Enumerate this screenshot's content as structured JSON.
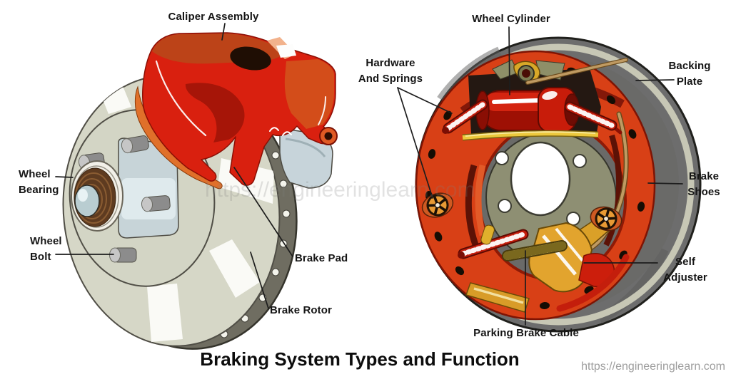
{
  "diagram": {
    "title": "Braking System Types and Function",
    "watermark_center": "https://engineeringlearn.com",
    "watermark_bottom_right": "https://engineeringlearn.com"
  },
  "labels": {
    "caliper_assembly": "Caliper Assembly",
    "wheel_bearing": "Wheel\nBearing",
    "wheel_bolt": "Wheel\nBolt",
    "brake_pad": "Brake Pad",
    "brake_rotor": "Brake Rotor",
    "wheel_cylinder": "Wheel Cylinder",
    "hardware_and_springs": "Hardware\nAnd Springs",
    "backing_plate": "Backing\nPlate",
    "brake_shoes": "Brake\nShoes",
    "self_adjuster": "Self\nAdjuster",
    "parking_brake_cable": "Parking Brake Cable"
  },
  "colors": {
    "caliper_red": "#d9200f",
    "drum_gray": "#6d6d6d",
    "shoe_ring_red": "#d84016",
    "rotor_gray_green": "#d6d7c7",
    "hardware_amber": "#e2a42e",
    "spring_yellow": "#ecc83c",
    "label_text": "#151515",
    "watermark_gray": "#9d9d9d"
  }
}
